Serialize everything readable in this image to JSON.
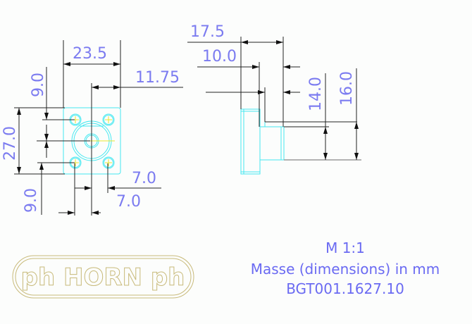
{
  "front_view": {
    "dim_width": "23.5",
    "dim_half_width": "11.75",
    "dim_hole_top": "9.0",
    "dim_height": "27.0",
    "dim_hole_bottom": "9.0",
    "dim_hole_right": "7.0",
    "dim_hole_left": "7.0"
  },
  "side_view": {
    "dim_total_depth": "17.5",
    "dim_flange_depth": "10.0",
    "dim_body_height": "14.0",
    "dim_step_height": "16.0"
  },
  "title_block": {
    "scale": "M 1:1",
    "units_note": "Masse (dimensions) in mm",
    "drawing_number": "BGT001.1627.10",
    "logo_text": "ph HORN ph"
  },
  "colors": {
    "outline": "#44e8f0",
    "centerline": "#e8e830",
    "dimension_text": "#7b7bf0",
    "logo": "#c8ba7a"
  }
}
